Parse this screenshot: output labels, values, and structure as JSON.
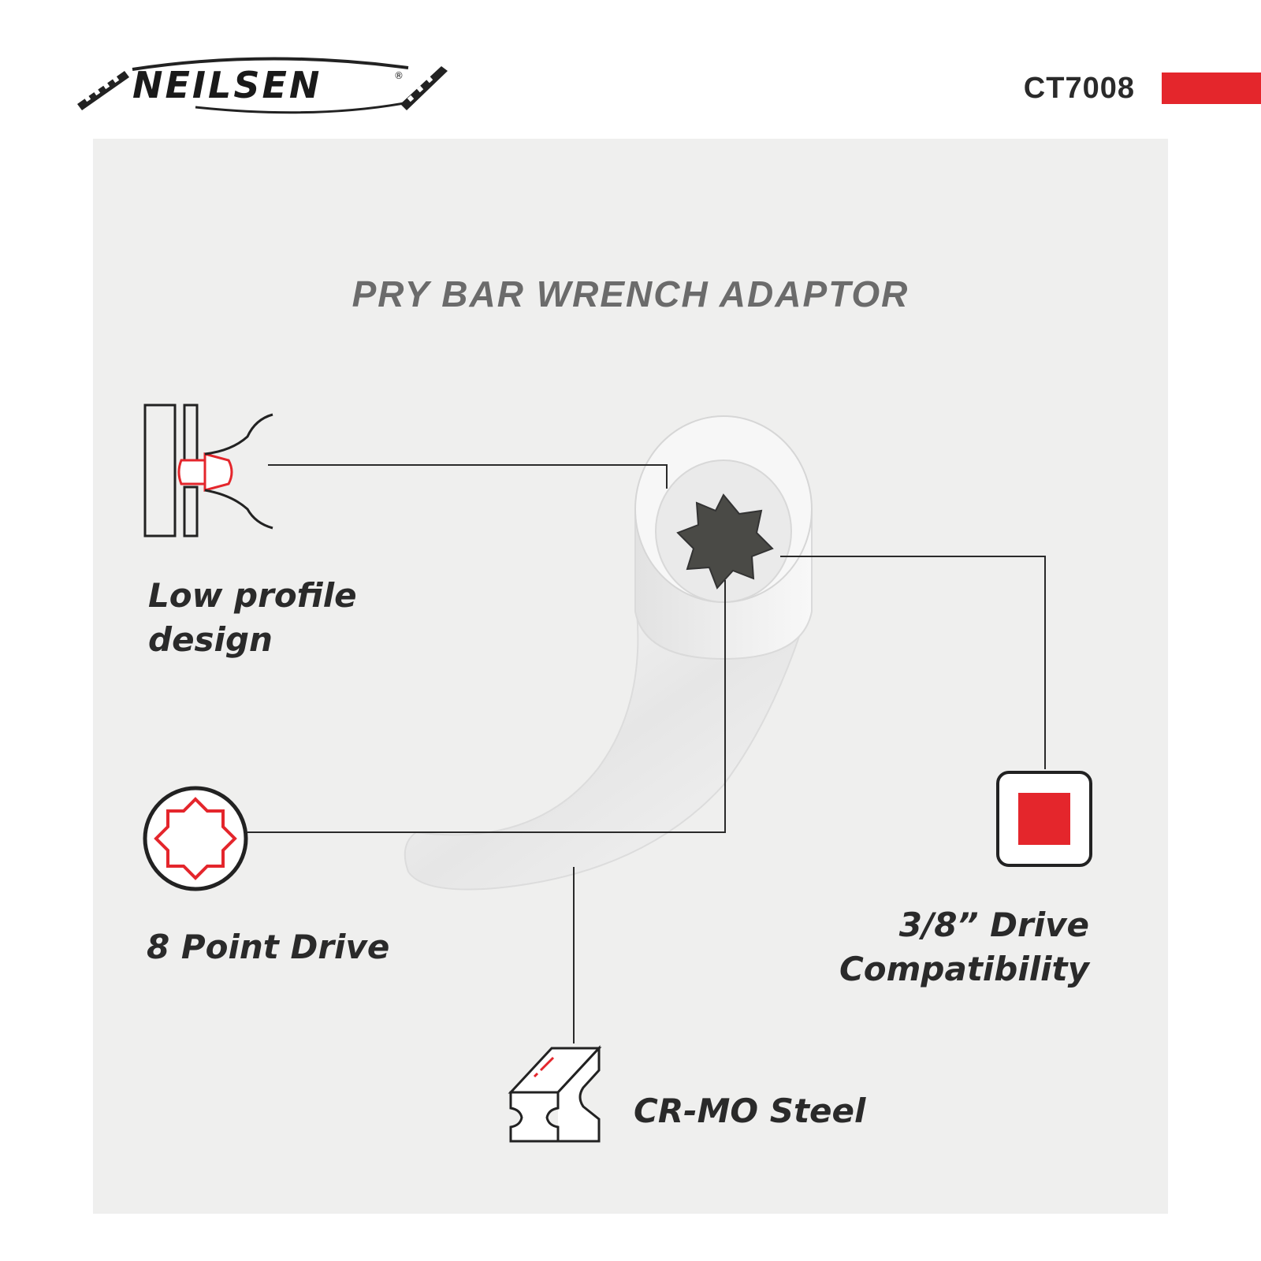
{
  "brand": {
    "logo_text": "NEILSEN",
    "registered_mark": "®"
  },
  "header": {
    "sku": "CT7008",
    "accent_color": "#e4262c"
  },
  "product": {
    "title": "PRY BAR WRENCH ADAPTOR"
  },
  "features": {
    "low_profile": {
      "line1": "Low profile",
      "line2": "design",
      "icon": "low-profile-icon"
    },
    "eight_point": {
      "label": "8 Point Drive",
      "icon": "eight-point-star-icon"
    },
    "drive_compat": {
      "line1": "3/8” Drive",
      "line2": "Compatibility",
      "icon": "square-drive-icon"
    },
    "steel": {
      "label": "CR-MO Steel",
      "icon": "steel-beam-icon"
    }
  },
  "colors": {
    "panel_bg": "#efefee",
    "accent": "#e4262c",
    "text_dark": "#2a2a2a",
    "title_grey": "#6b6b6b"
  }
}
